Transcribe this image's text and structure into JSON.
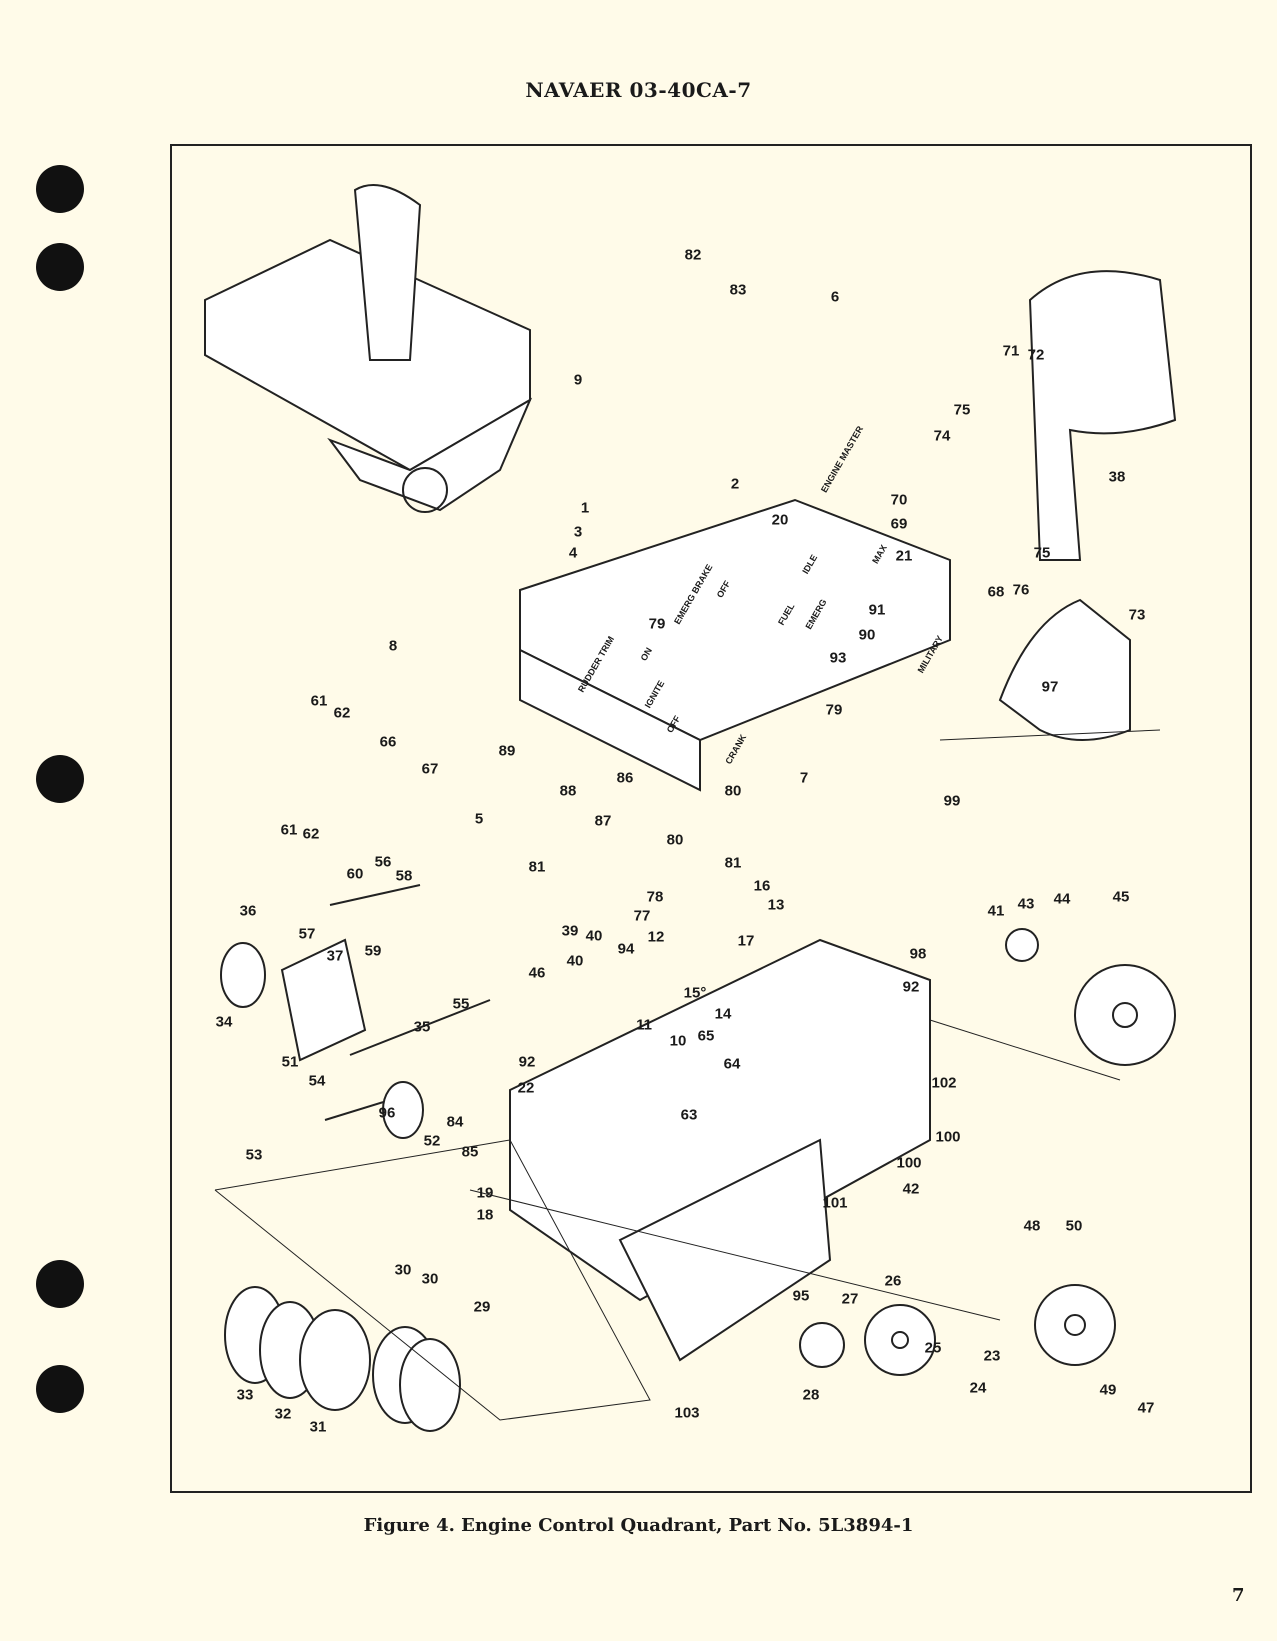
{
  "header": {
    "doc_number": "NAVAER 03-40CA-7"
  },
  "figure": {
    "caption": "Figure 4.  Engine Control Quadrant, Part No. 5L3894-1",
    "callouts": [
      "82",
      "83",
      "6",
      "9",
      "1",
      "2",
      "3",
      "4",
      "20",
      "21",
      "71",
      "72",
      "75",
      "74",
      "70",
      "69",
      "38",
      "75",
      "76",
      "68",
      "73",
      "91",
      "90",
      "97",
      "93",
      "79",
      "79",
      "8",
      "61",
      "62",
      "66",
      "67",
      "61",
      "62",
      "89",
      "88",
      "86",
      "87",
      "80",
      "80",
      "7",
      "99",
      "5",
      "81",
      "81",
      "16",
      "13",
      "78",
      "77",
      "36",
      "60",
      "56",
      "58",
      "57",
      "59",
      "39",
      "40",
      "40",
      "12",
      "17",
      "94",
      "98",
      "41",
      "43",
      "44",
      "45",
      "37",
      "46",
      "55",
      "15°",
      "11",
      "14",
      "92",
      "10",
      "65",
      "34",
      "35",
      "51",
      "54",
      "92",
      "64",
      "22",
      "102",
      "63",
      "53",
      "96",
      "84",
      "85",
      "52",
      "100",
      "19",
      "18",
      "100",
      "42",
      "101",
      "95",
      "48",
      "50",
      "30",
      "30",
      "26",
      "27",
      "29",
      "25",
      "23",
      "24",
      "33",
      "32",
      "31",
      "103",
      "28",
      "49",
      "47"
    ],
    "panel_markings": [
      "RUDDER TRIM",
      "IGNITE",
      "OFF",
      "CRANK",
      "EMERG BRAKE",
      "OFF",
      "ON",
      "FUEL",
      "EMERG",
      "MILITARY",
      "ENGINE MASTER",
      "IDLE",
      "MAX"
    ]
  },
  "page_number": "7"
}
